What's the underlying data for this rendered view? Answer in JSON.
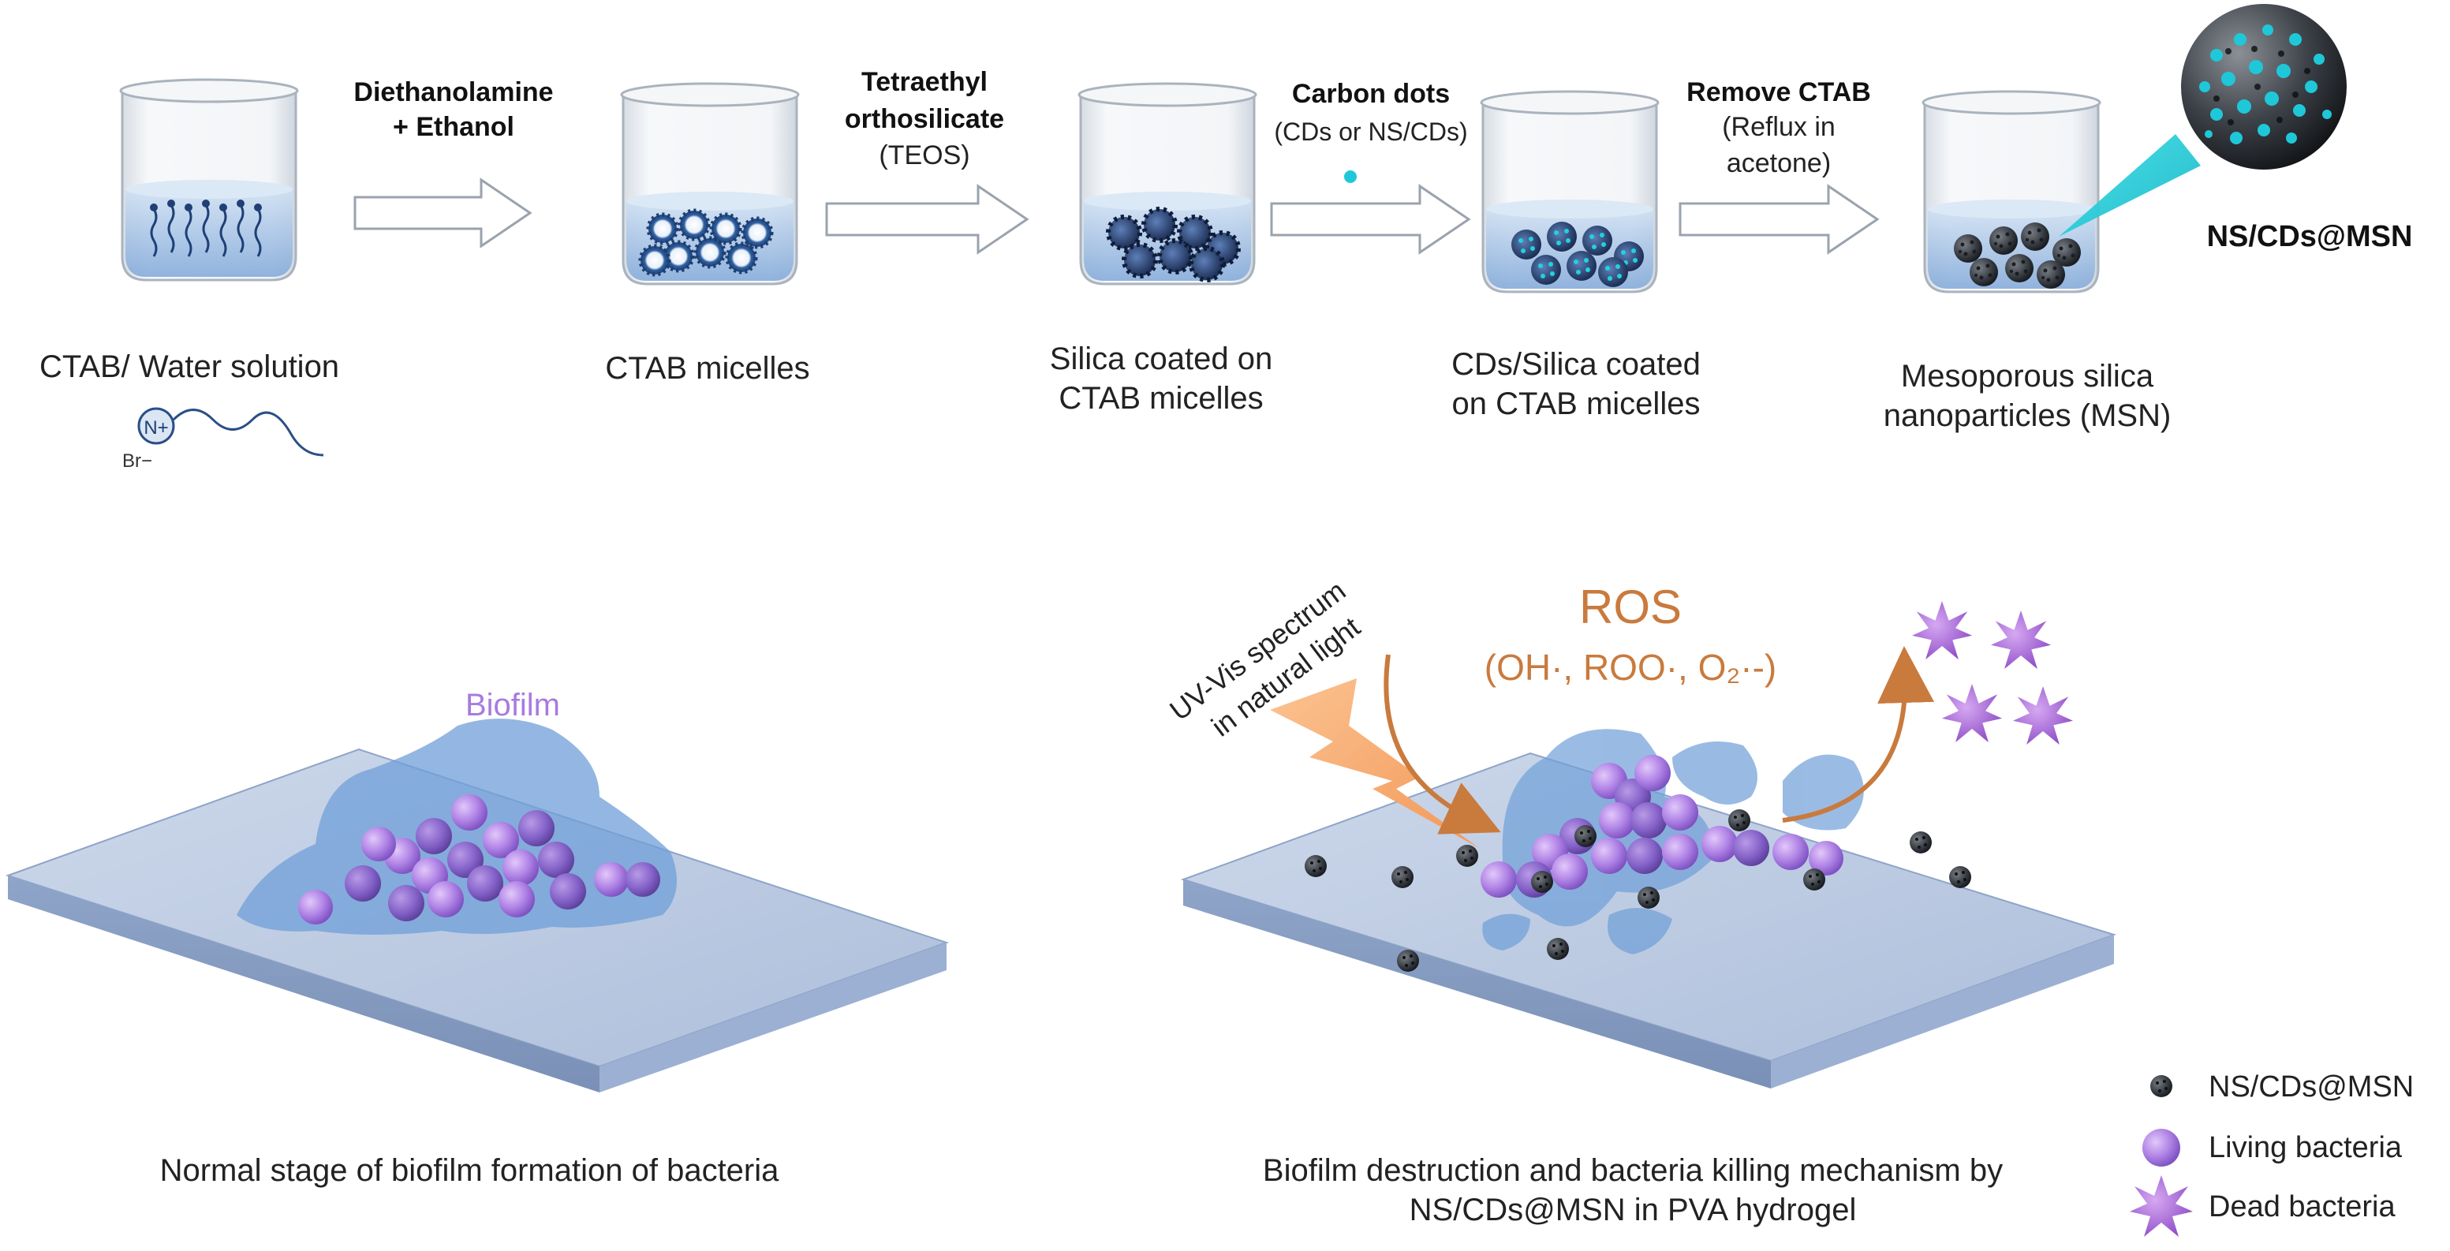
{
  "top_steps": {
    "step1_label": "CTAB/ Water solution",
    "step2_label": "CTAB micelles",
    "step3_label_l1": "Silica coated on",
    "step3_label_l2": "CTAB micelles",
    "step4_label_l1": "CDs/Silica coated",
    "step4_label_l2": "on CTAB micelles",
    "step5_label_l1": "Mesoporous silica",
    "step5_label_l2": "nanoparticles (MSN)",
    "product_label": "NS/CDs@MSN"
  },
  "molecule": {
    "cation": "N+",
    "anion": "Br−"
  },
  "arrows": {
    "a1_l1": "Diethanolamine",
    "a1_l2": "+ Ethanol",
    "a2_l1": "Tetraethyl",
    "a2_l2": "orthosilicate",
    "a2_l3": "(TEOS)",
    "a3_l1": "Carbon dots",
    "a3_l2": "(CDs or NS/CDs)",
    "a4_l1": "Remove CTAB",
    "a4_l2": "(Reflux in",
    "a4_l3": "acetone)"
  },
  "bottom_left": {
    "biofilm_label": "Biofilm",
    "caption": "Normal stage of biofilm formation of bacteria"
  },
  "bottom_right": {
    "light_l1": "UV-Vis spectrum",
    "light_l2": "in natural light",
    "ros_title": "ROS",
    "ros_species": "(OH·, ROO·, O₂·-)",
    "caption_l1": "Biofilm destruction and bacteria killing mechanism by",
    "caption_l2": "NS/CDs@MSN in PVA hydrogel"
  },
  "legend": {
    "item1": "NS/CDs@MSN",
    "item2": "Living bacteria",
    "item3": "Dead bacteria"
  },
  "colors": {
    "cyan_accent": "#1fc8d8",
    "bacteria_purple": "#a77be0",
    "dead_purple": "#8a4fc8",
    "biofilm_blue": "#6f9fd8",
    "slab_blue": "#b9c8e0",
    "ros_orange": "#c97a3d",
    "light_orange": "#f6a86a"
  }
}
